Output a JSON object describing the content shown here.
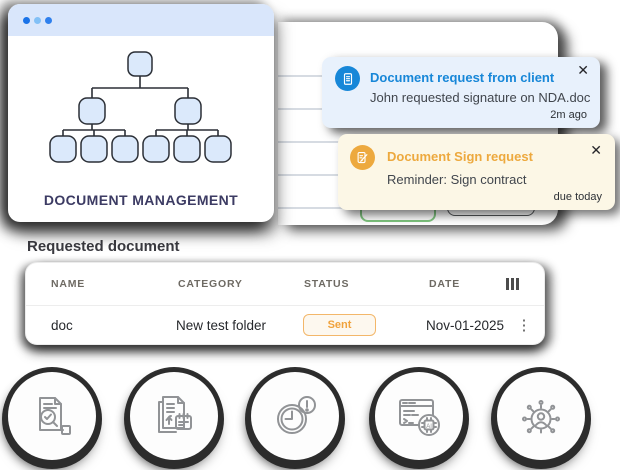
{
  "window": {
    "title": "DOCUMENT MANAGEMENT",
    "dot_colors": [
      "#1a73e8",
      "#82c0f6",
      "#2f80ed"
    ]
  },
  "notifications": [
    {
      "icon": "document-icon",
      "title": "Document request from client",
      "body": "John requested signature on NDA.doc",
      "meta": "2m ago",
      "close": "✕",
      "accent": "#1787d8",
      "bg": "#e8f1fc"
    },
    {
      "icon": "document-sign-icon",
      "title": "Document Sign request",
      "body": "Reminder: Sign contract",
      "meta": "due today",
      "close": "✕",
      "accent": "#eda93e",
      "bg": "#fcf7e6"
    }
  ],
  "section": {
    "heading": "Requested document"
  },
  "table": {
    "headers": {
      "name": "NAME",
      "category": "CATEGORY",
      "status": "STATUS",
      "date": "DATE"
    },
    "row": {
      "name": "doc",
      "category": "New test folder",
      "status": "Sent",
      "date": "Nov-01-2025"
    },
    "status_color": "#f0a23c"
  },
  "icons": {
    "kebab": "⋮",
    "columns": "columns-icon"
  },
  "features": [
    {
      "icon": "document-review-icon"
    },
    {
      "icon": "document-schedule-icon"
    },
    {
      "icon": "deadline-clock-icon"
    },
    {
      "icon": "ai-code-icon"
    },
    {
      "icon": "automation-network-icon"
    }
  ],
  "colors": {
    "header_bar": "#d9e6fb",
    "tree_node_fill": "#dbe9fb",
    "title_navy": "#3c3b63",
    "button_green": "#7fc67f"
  }
}
